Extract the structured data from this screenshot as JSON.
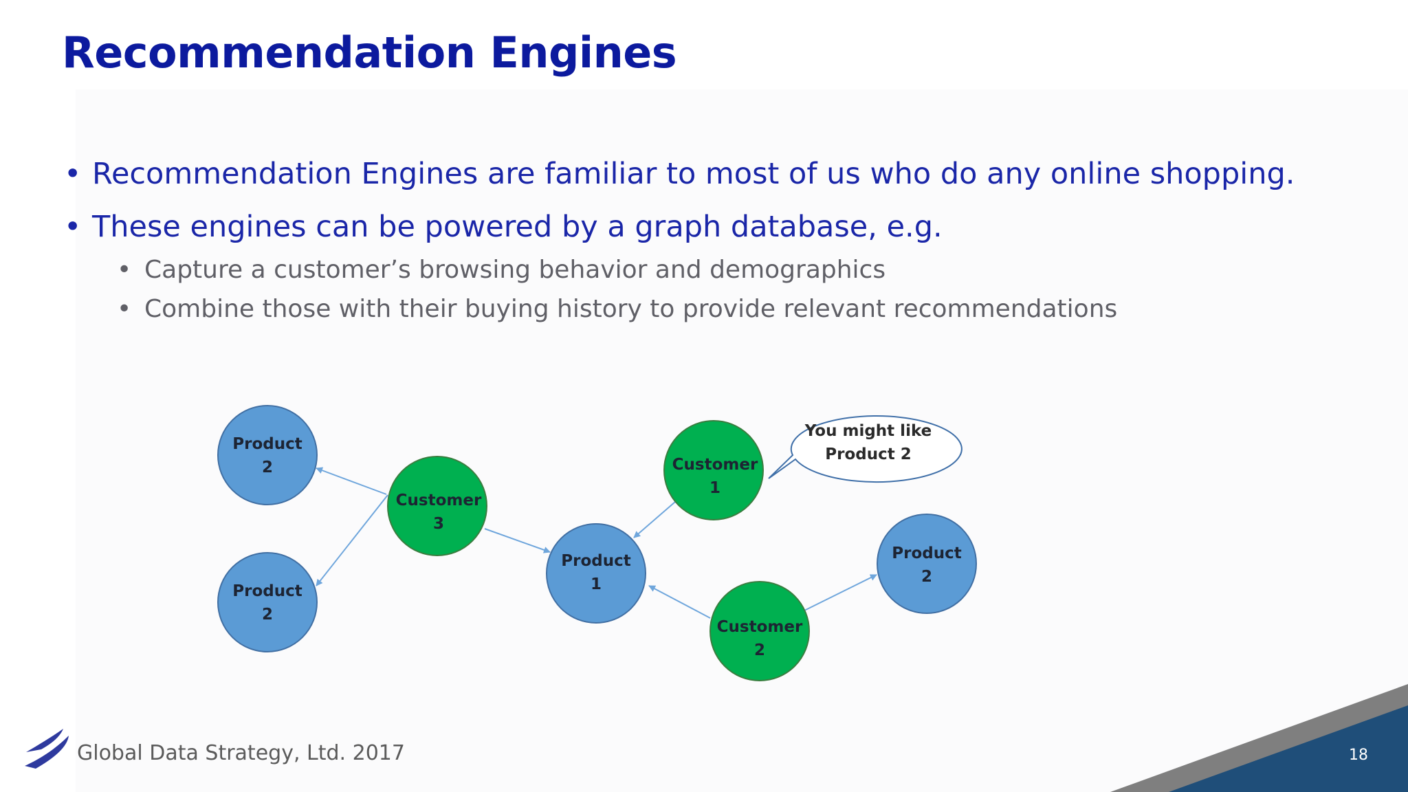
{
  "slide": {
    "title": "Recommendation Engines",
    "bullets": [
      "Recommendation Engines are familiar to most of us who do any online shopping.",
      "These engines can be powered by a graph database, e.g."
    ],
    "sub_bullets": [
      "Capture a customer’s browsing behavior and demographics",
      "Combine those with their buying history to provide relevant recommendations"
    ],
    "bullet_symbol": "•"
  },
  "diagram": {
    "nodes": {
      "product_2_top": [
        "Product",
        "2"
      ],
      "product_2_bottom": [
        "Product",
        "2"
      ],
      "customer_3": [
        "Customer",
        "3"
      ],
      "product_1": [
        "Product",
        "1"
      ],
      "customer_1": [
        "Customer",
        "1"
      ],
      "customer_2": [
        "Customer",
        "2"
      ],
      "product_2_right": [
        "Product",
        "2"
      ]
    },
    "callout": [
      "You might like",
      "Product 2"
    ],
    "edges": [
      [
        "customer_3",
        "product_2_top"
      ],
      [
        "customer_3",
        "product_2_bottom"
      ],
      [
        "customer_3",
        "product_1"
      ],
      [
        "customer_1",
        "product_1"
      ],
      [
        "customer_2",
        "product_1"
      ],
      [
        "customer_2",
        "product_2_right"
      ]
    ],
    "colors": {
      "product": "#5b9bd5",
      "customer": "#00b050",
      "arrow": "#6fa6dc"
    }
  },
  "footer": {
    "company": "Global Data Strategy, Ltd. 2017",
    "page_number": "18"
  },
  "colors": {
    "title": "#0c1a9e",
    "bullet": "#1a26a8",
    "sub_bullet": "#5f5f66",
    "corner_gray": "#7f7f7f",
    "corner_blue": "#1f4e79"
  }
}
